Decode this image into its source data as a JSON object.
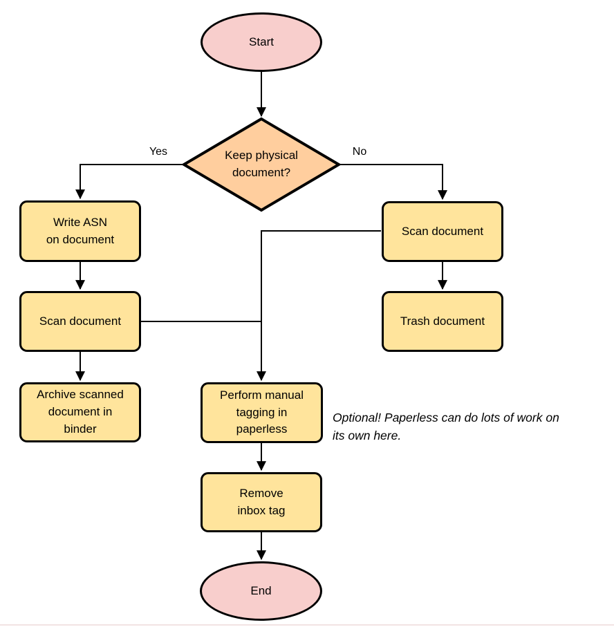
{
  "palette": {
    "pink": "#f8cecc",
    "orange": "#ffce9e",
    "yellow": "#ffe49c",
    "stroke": "#000000",
    "text": "#000000"
  },
  "nodes": {
    "start": {
      "label": "Start",
      "shape": "ellipse"
    },
    "decision": {
      "label": "Keep physical\ndocument?",
      "shape": "diamond"
    },
    "write_asn": {
      "label": "Write ASN\non document",
      "shape": "rounded-rect"
    },
    "scan_left": {
      "label": "Scan document",
      "shape": "rounded-rect"
    },
    "archive": {
      "label": "Archive scanned\ndocument in\nbinder",
      "shape": "rounded-rect"
    },
    "scan_right": {
      "label": "Scan document",
      "shape": "rounded-rect"
    },
    "trash": {
      "label": "Trash document",
      "shape": "rounded-rect"
    },
    "tagging": {
      "label": "Perform manual\ntagging in\npaperless",
      "shape": "rounded-rect"
    },
    "remove_inbox": {
      "label": "Remove\ninbox tag",
      "shape": "rounded-rect"
    },
    "end": {
      "label": "End",
      "shape": "ellipse"
    }
  },
  "edge_labels": {
    "yes": "Yes",
    "no": "No"
  },
  "note": {
    "text": "Optional! Paperless can do lots of work on\nits own here."
  }
}
